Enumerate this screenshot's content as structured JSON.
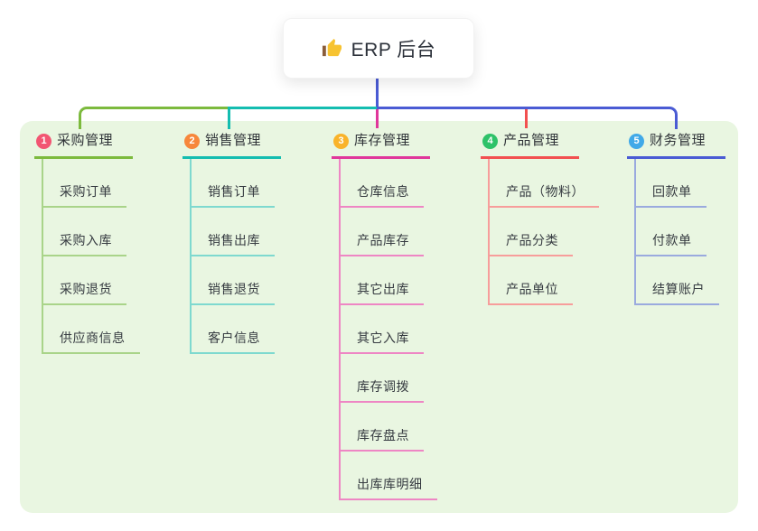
{
  "root": {
    "title": "ERP 后台",
    "icon": "thumbs-up-icon",
    "line_color": "#4a5bd4"
  },
  "panel": {
    "background": "#e9f6e1"
  },
  "branches": [
    {
      "number": "1",
      "label": "采购管理",
      "colors": {
        "badge": "#f25572",
        "main": "#7cba3d",
        "light": "#a9d489"
      },
      "children": [
        "采购订单",
        "采购入库",
        "采购退货",
        "供应商信息"
      ]
    },
    {
      "number": "2",
      "label": "销售管理",
      "colors": {
        "badge": "#f7873c",
        "main": "#14bdb0",
        "light": "#7ed9cf"
      },
      "children": [
        "销售订单",
        "销售出库",
        "销售退货",
        "客户信息"
      ]
    },
    {
      "number": "3",
      "label": "库存管理",
      "colors": {
        "badge": "#f9b32a",
        "main": "#e0379b",
        "light": "#ee86c4"
      },
      "children": [
        "仓库信息",
        "产品库存",
        "其它出库",
        "其它入库",
        "库存调拨",
        "库存盘点",
        "出库库明细"
      ]
    },
    {
      "number": "4",
      "label": "产品管理",
      "colors": {
        "badge": "#2ec269",
        "main": "#f25050",
        "light": "#f79d9b"
      },
      "children": [
        "产品（物料）",
        "产品分类",
        "产品单位"
      ]
    },
    {
      "number": "5",
      "label": "财务管理",
      "colors": {
        "badge": "#41a9e8",
        "main": "#4a5bd4",
        "light": "#9aaade"
      },
      "children": [
        "回款单",
        "付款单",
        "结算账户"
      ]
    }
  ]
}
